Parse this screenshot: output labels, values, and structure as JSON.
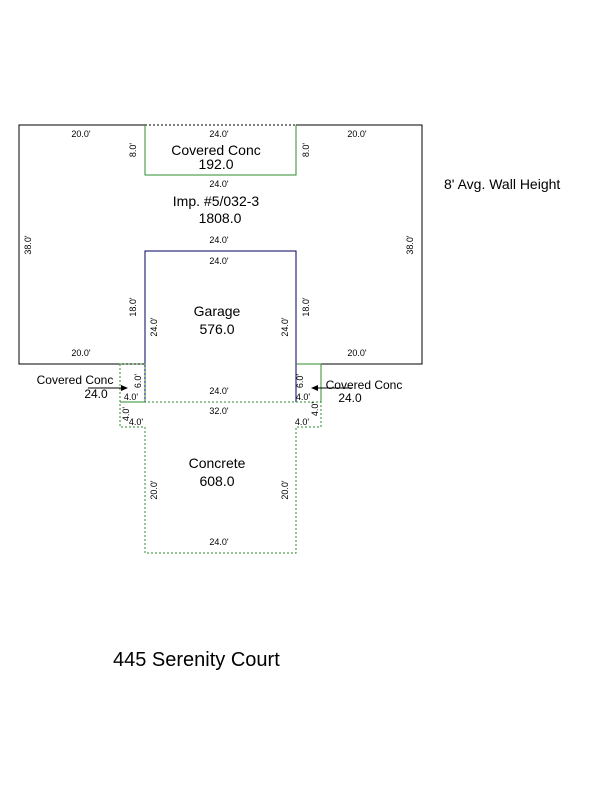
{
  "areas": {
    "main": {
      "name": "Imp. #5/032-3",
      "value": "1808.0"
    },
    "covered_top": {
      "name": "Covered Conc",
      "value": "192.0"
    },
    "garage": {
      "name": "Garage",
      "value": "576.0"
    },
    "covered_left": {
      "name": "Covered Conc",
      "value": "24.0"
    },
    "covered_right": {
      "name": "Covered Conc",
      "value": "24.0"
    },
    "concrete": {
      "name": "Concrete",
      "value": "608.0"
    }
  },
  "note": "8' Avg. Wall Height",
  "address": "445 Serenity Court",
  "dimensions": {
    "d20": "20.0'",
    "d24": "24.0'",
    "d8": "8.0'",
    "d38": "38.0'",
    "d18": "18.0'",
    "d6": "6.0'",
    "d4": "4.0'",
    "d32": "32.0'"
  },
  "colors": {
    "wall": "#000000",
    "garage_wall": "#000060",
    "concrete": "#2e8b2e"
  }
}
